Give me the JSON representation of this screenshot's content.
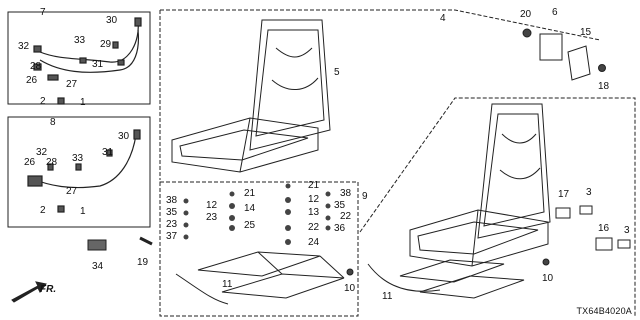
{
  "diagram": {
    "part_code": "TX64B4020A",
    "direction_label": "FR.",
    "callouts": [
      {
        "id": "c7",
        "text": "7"
      },
      {
        "id": "c30a",
        "text": "30"
      },
      {
        "id": "c32a",
        "text": "32"
      },
      {
        "id": "c33a",
        "text": "33"
      },
      {
        "id": "c29",
        "text": "29"
      },
      {
        "id": "c28a",
        "text": "28"
      },
      {
        "id": "c31a",
        "text": "31"
      },
      {
        "id": "c26a",
        "text": "26"
      },
      {
        "id": "c27a",
        "text": "27"
      },
      {
        "id": "c2a",
        "text": "2"
      },
      {
        "id": "c1a",
        "text": "1"
      },
      {
        "id": "c8",
        "text": "8"
      },
      {
        "id": "c30b",
        "text": "30"
      },
      {
        "id": "c32b",
        "text": "32"
      },
      {
        "id": "c26b",
        "text": "26"
      },
      {
        "id": "c28b",
        "text": "28"
      },
      {
        "id": "c31b",
        "text": "31"
      },
      {
        "id": "c33b",
        "text": "33"
      },
      {
        "id": "c27b",
        "text": "27"
      },
      {
        "id": "c2b",
        "text": "2"
      },
      {
        "id": "c1b",
        "text": "1"
      },
      {
        "id": "c34",
        "text": "34"
      },
      {
        "id": "c19",
        "text": "19"
      },
      {
        "id": "c4",
        "text": "4"
      },
      {
        "id": "c5",
        "text": "5"
      },
      {
        "id": "c20",
        "text": "20"
      },
      {
        "id": "c6",
        "text": "6"
      },
      {
        "id": "c15",
        "text": "15"
      },
      {
        "id": "c18",
        "text": "18"
      },
      {
        "id": "c38a",
        "text": "38"
      },
      {
        "id": "c35a",
        "text": "35"
      },
      {
        "id": "c23a",
        "text": "23"
      },
      {
        "id": "c37",
        "text": "37"
      },
      {
        "id": "c21a",
        "text": "21"
      },
      {
        "id": "c12a",
        "text": "12"
      },
      {
        "id": "c14",
        "text": "14"
      },
      {
        "id": "c23b",
        "text": "23"
      },
      {
        "id": "c25",
        "text": "25"
      },
      {
        "id": "c21b",
        "text": "21"
      },
      {
        "id": "c12b",
        "text": "12"
      },
      {
        "id": "c13",
        "text": "13"
      },
      {
        "id": "c22a",
        "text": "22"
      },
      {
        "id": "c24",
        "text": "24"
      },
      {
        "id": "c38b",
        "text": "38"
      },
      {
        "id": "c35b",
        "text": "35"
      },
      {
        "id": "c22b",
        "text": "22"
      },
      {
        "id": "c36",
        "text": "36"
      },
      {
        "id": "c9",
        "text": "9"
      },
      {
        "id": "c11a",
        "text": "11"
      },
      {
        "id": "c10a",
        "text": "10"
      },
      {
        "id": "c17",
        "text": "17"
      },
      {
        "id": "c3a",
        "text": "3"
      },
      {
        "id": "c16",
        "text": "16"
      },
      {
        "id": "c3b",
        "text": "3"
      },
      {
        "id": "c11b",
        "text": "11"
      },
      {
        "id": "c10b",
        "text": "10"
      }
    ]
  }
}
